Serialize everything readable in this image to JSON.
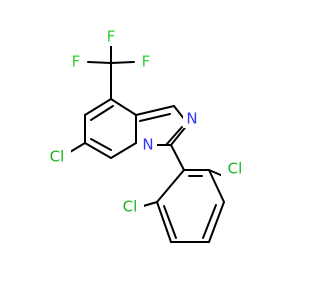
{
  "molecule": {
    "atoms": {
      "f_top": "F",
      "f_left": "F",
      "f_right": "F",
      "n_ring": "N",
      "n_bridge": "N",
      "cl_left": "Cl",
      "cl_right": "Cl",
      "cl_bottom": "Cl"
    },
    "colors": {
      "fluorine": "#33cc33",
      "nitrogen": "#3333ff",
      "chlorine": "#1fb31f",
      "bond": "#000000"
    }
  }
}
